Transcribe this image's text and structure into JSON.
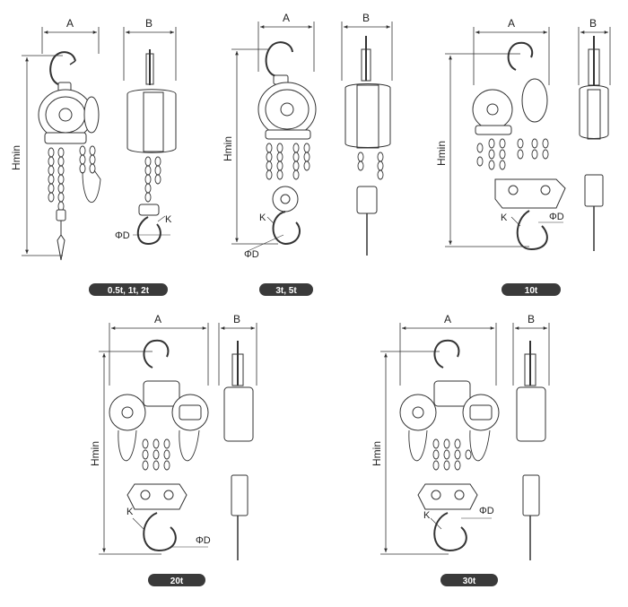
{
  "panels": [
    {
      "id": "p1",
      "label_a": "A",
      "label_b": "B",
      "label_h": "Hmin",
      "label_k": "K",
      "label_d": "ΦD",
      "caption": "0.5t, 1t, 2t"
    },
    {
      "id": "p2",
      "label_a": "A",
      "label_b": "B",
      "label_h": "Hmin",
      "label_k": "K",
      "label_d": "ΦD",
      "caption": "3t, 5t"
    },
    {
      "id": "p3",
      "label_a": "A",
      "label_b": "B",
      "label_h": "Hmin",
      "label_k": "K",
      "label_d": "ΦD",
      "caption": "10t"
    },
    {
      "id": "p4",
      "label_a": "A",
      "label_b": "B",
      "label_h": "Hmin",
      "label_k": "K",
      "label_d": "ΦD",
      "caption": "20t"
    },
    {
      "id": "p5",
      "label_a": "A",
      "label_b": "B",
      "label_h": "Hmin",
      "label_k": "K",
      "label_d": "ΦD",
      "caption": "30t"
    }
  ],
  "colors": {
    "line": "#333333",
    "pill": "#3a3a3a",
    "pill_text": "#ffffff"
  }
}
